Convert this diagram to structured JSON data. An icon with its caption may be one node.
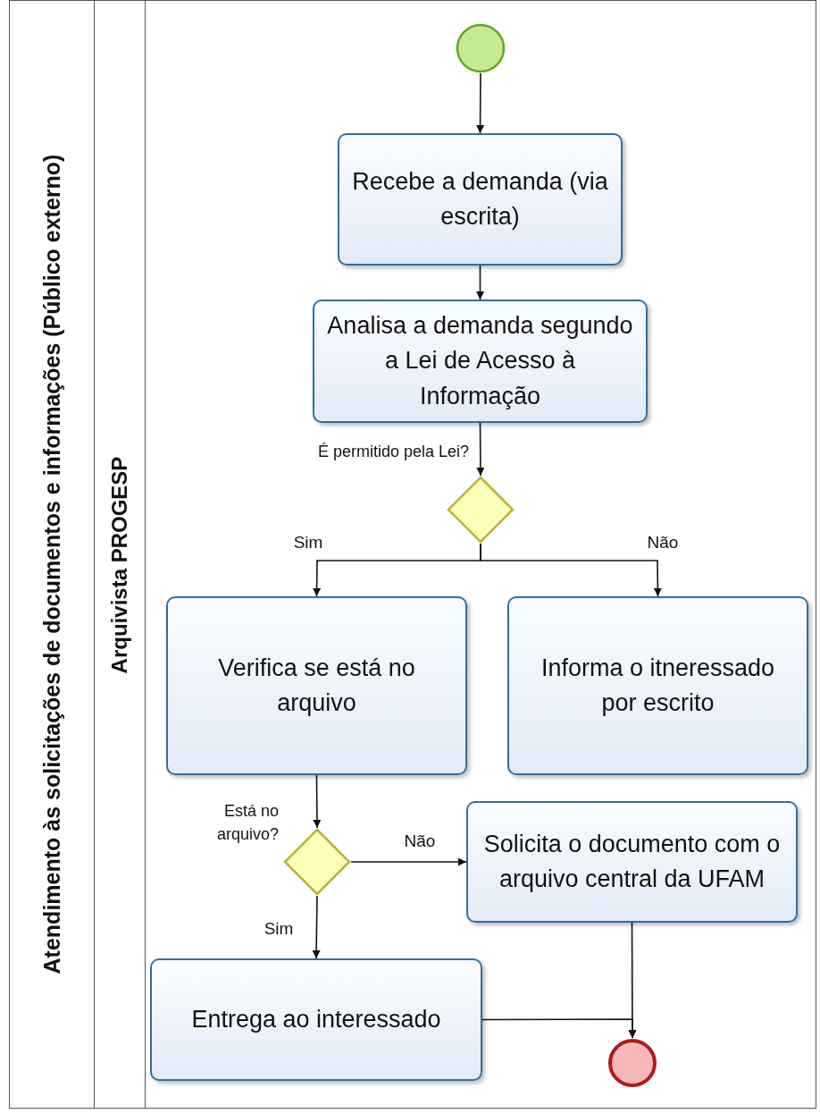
{
  "diagram": {
    "nodes": [
      {
        "text": [
          "Atendimento às solicitações de documentos e informações (Público externo)"
        ]
      },
      {
        "text": [
          "Arquivista PROGESP"
        ],
        "in": 0
      },
      {
        "text": [],
        "shape": "circle",
        "in": 1
      },
      {
        "text": [
          "Recebe a demanda (via escrita)"
        ],
        "in": 1
      },
      {
        "text": [
          "Analisa a demanda segundo a Lei de Acesso à Informação"
        ],
        "in": 1
      },
      {
        "text": [],
        "shape": "diamond",
        "in": 1,
        "beside": [
          "É permitido pela Lei?"
        ]
      },
      {
        "text": [
          "Verifica se está no arquivo"
        ],
        "in": 1
      },
      {
        "text": [
          "Informa o itneressado por escrito"
        ],
        "in": 1
      },
      {
        "text": [],
        "shape": "diamond",
        "in": 1,
        "beside": [
          "Está no arquivo?"
        ]
      },
      {
        "text": [
          "Solicita o documento com o arquivo central da UFAM"
        ],
        "in": 1
      },
      {
        "text": [
          "Entrega ao interessado"
        ],
        "in": 1
      },
      {
        "text": [],
        "shape": "circle",
        "in": 1
      }
    ],
    "edges": [
      {
        "from": 2,
        "to": 3,
        "arrow": "to"
      },
      {
        "from": 3,
        "to": 4,
        "arrow": "to"
      },
      {
        "from": 4,
        "to": 5,
        "arrow": "to"
      },
      {
        "from": 5,
        "to": 6,
        "arrow": "to",
        "label": "Sim"
      },
      {
        "from": 5,
        "to": 7,
        "arrow": "to",
        "label": "Não"
      },
      {
        "from": 6,
        "to": 8,
        "arrow": "to"
      },
      {
        "from": 8,
        "to": 9,
        "arrow": "to",
        "label": "Não"
      },
      {
        "from": 8,
        "to": 10,
        "arrow": "to",
        "label": "Sim"
      },
      {
        "from": 9,
        "to": 11,
        "arrow": "to"
      },
      {
        "from": 10,
        "to": 11,
        "arrow": "to"
      }
    ]
  }
}
